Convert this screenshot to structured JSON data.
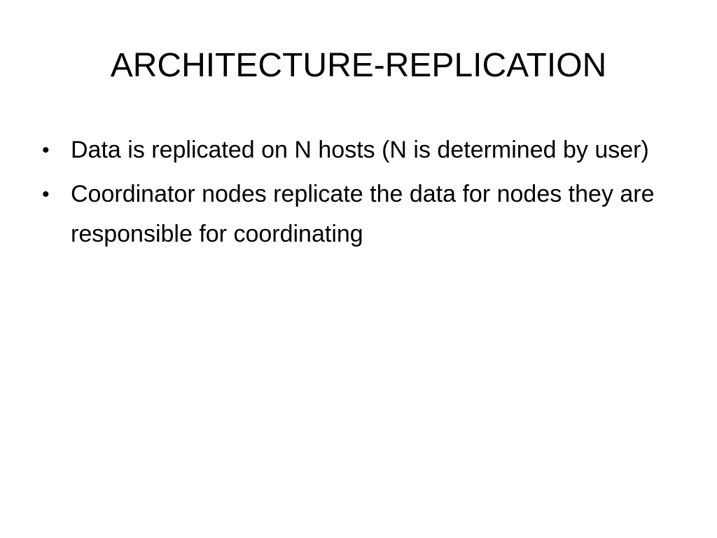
{
  "slide": {
    "title": "ARCHITECTURE-REPLICATION",
    "bullets": [
      {
        "marker": "•",
        "text": "Data is replicated on N hosts (N is determined by user)"
      },
      {
        "marker": "•",
        "text": "Coordinator nodes replicate the data for nodes they are responsible for coordinating"
      }
    ]
  }
}
